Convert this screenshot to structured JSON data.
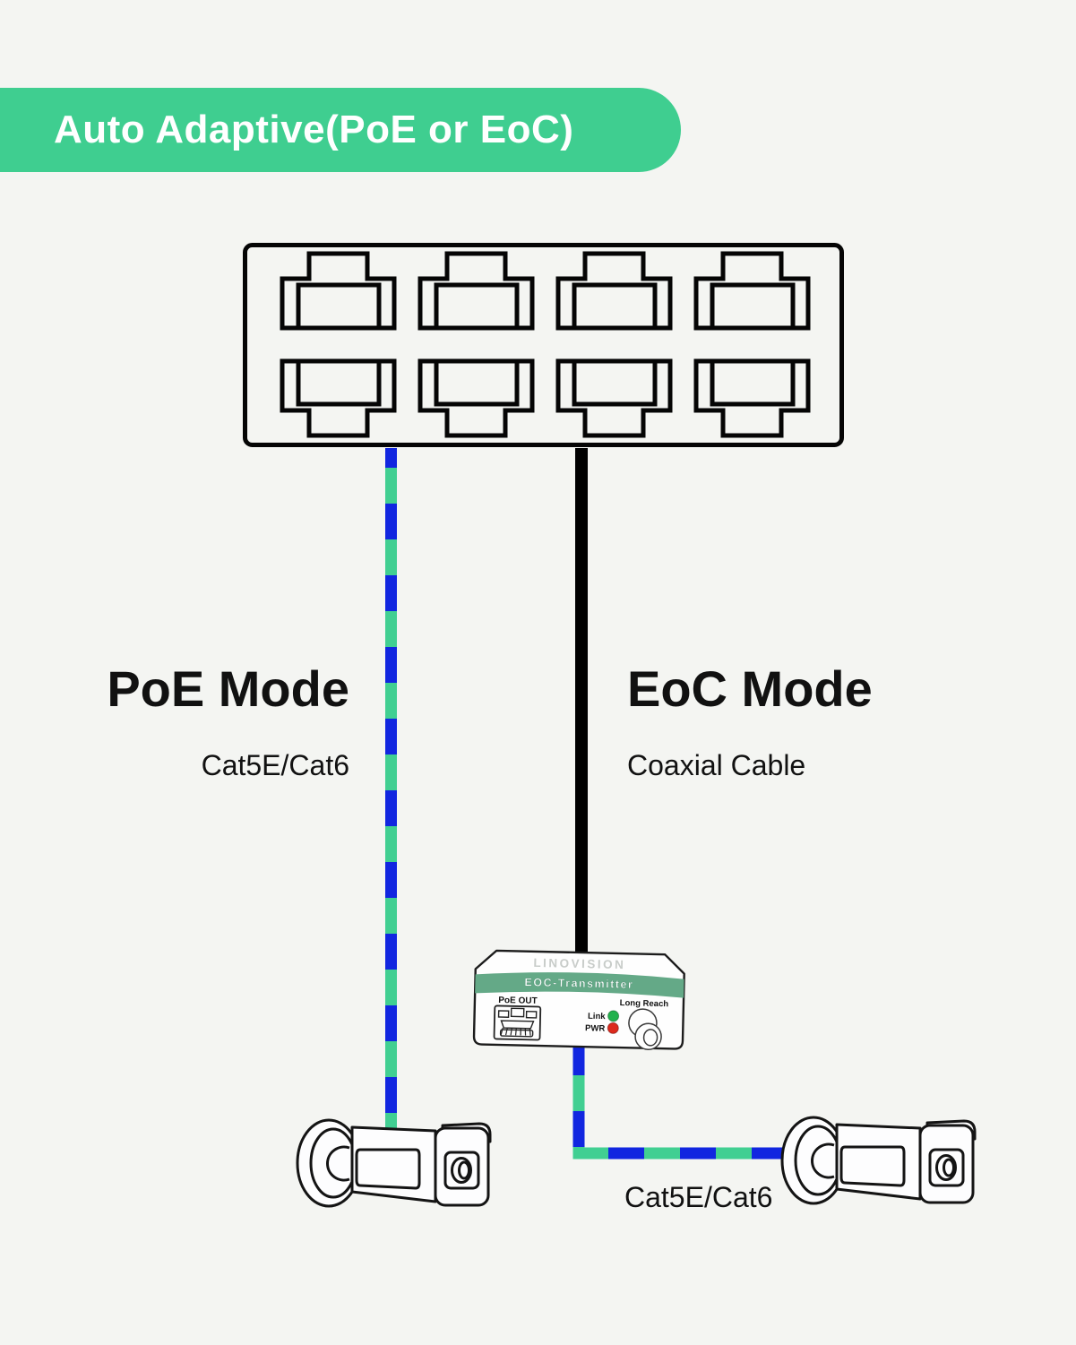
{
  "banner": {
    "label": "Auto Adaptive(PoE or EoC)"
  },
  "modes": {
    "poe": {
      "title": "PoE Mode",
      "cable": "Cat5E/Cat6"
    },
    "eoc": {
      "title": "EoC Mode",
      "cable": "Coaxial Cable"
    }
  },
  "bottom_cable_label": "Cat5E/Cat6",
  "transmitter": {
    "brand": "LINOVISION",
    "model": "EOC-Transmitter",
    "port_label": "PoE OUT",
    "link_label": "Link",
    "pwr_label": "PWR",
    "bnc_label": "Long Reach"
  },
  "switch": {
    "description": "8-port network switch",
    "port_count": 8
  },
  "colors": {
    "background": "#f4f5f2",
    "banner_green": "#3fce90",
    "cable_blue": "#1126e0",
    "cable_green": "#41cf92",
    "cable_black": "#000000",
    "device_band_green": "#64a987",
    "led_link_green": "#23b14d",
    "led_pwr_red": "#dc2a1c"
  }
}
